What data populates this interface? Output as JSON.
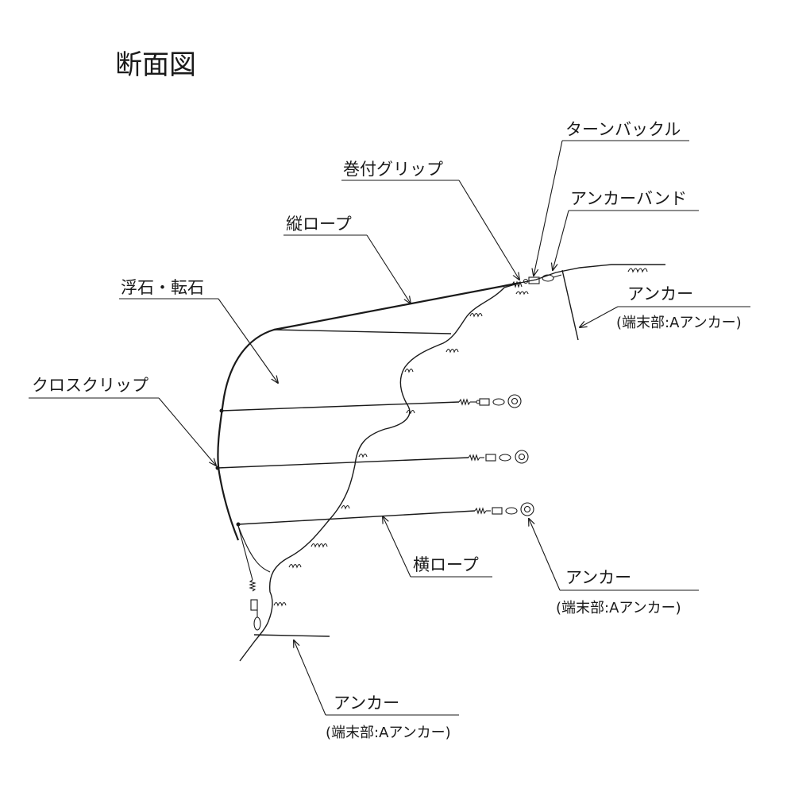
{
  "title": "断面図",
  "labels": {
    "turnbuckle": "ターンバックル",
    "wrap_grip": "巻付グリップ",
    "anchor_band": "アンカーバンド",
    "vertical_rope": "縦ロープ",
    "floating_stone": "浮石・転石",
    "cross_clip": "クロスクリップ",
    "horizontal_rope": "横ロープ",
    "anchor_right": "アンカー",
    "anchor_right_sub": "(端末部:Aアンカー)",
    "anchor_mid": "アンカー",
    "anchor_mid_sub": "(端末部:Aアンカー)",
    "anchor_bottom": "アンカー",
    "anchor_bottom_sub": "(端末部:Aアンカー)"
  }
}
